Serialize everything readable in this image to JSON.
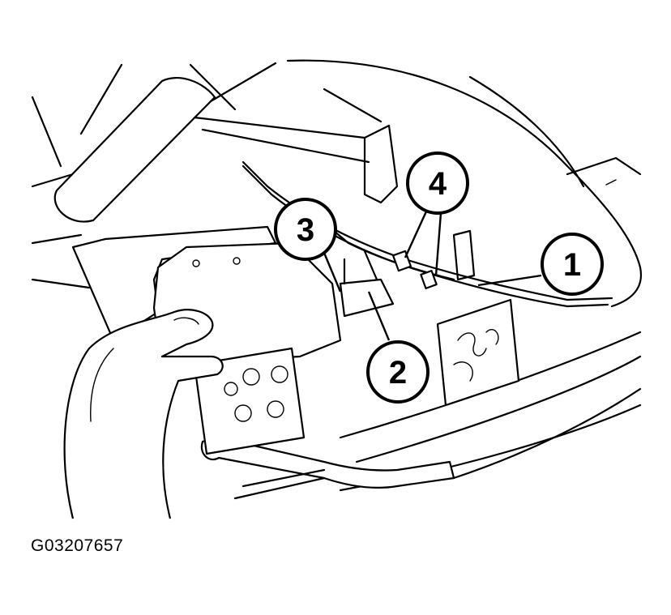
{
  "figure": {
    "code": "G03207657",
    "callouts": [
      {
        "id": "callout-1",
        "label": "1"
      },
      {
        "id": "callout-2",
        "label": "2"
      },
      {
        "id": "callout-3",
        "label": "3"
      },
      {
        "id": "callout-4",
        "label": "4"
      }
    ]
  }
}
